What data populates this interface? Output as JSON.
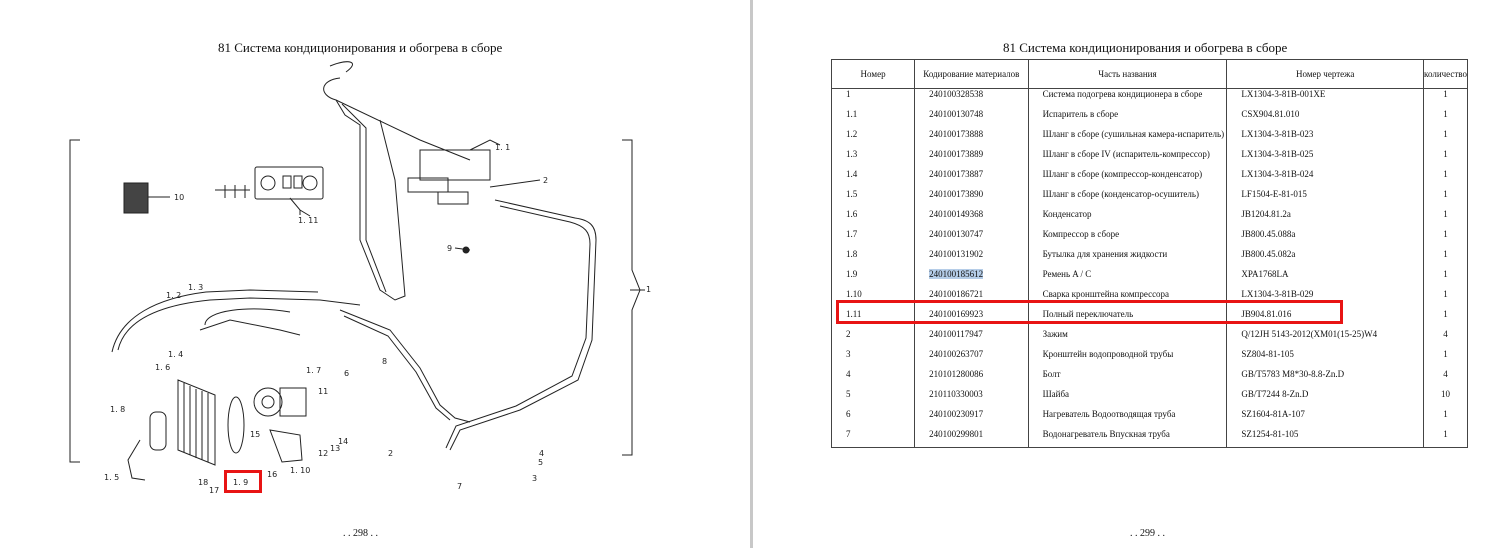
{
  "left_page": {
    "title": "81 Система кондиционирования и обогрева в сборе",
    "page_number": ". . 298 . .",
    "callouts": [
      "1. 1",
      "2",
      "9",
      "10",
      "1. 11",
      "1. 3",
      "1. 2",
      "1. 4",
      "1. 6",
      "1. 7",
      "1. 8",
      "1. 5",
      "11",
      "12",
      "13",
      "14",
      "15",
      "16",
      "17",
      "18",
      "1. 10",
      "1. 9",
      "8",
      "6",
      "2",
      "3",
      "4",
      "5",
      "7",
      "1"
    ],
    "highlight_color": "#e81414"
  },
  "right_page": {
    "title": "81 Система кондиционирования и обогрева в сборе",
    "page_number": ". . 299 . .",
    "highlight_color": "#e81414",
    "selection_color": "#b5cde8",
    "table": {
      "headers": [
        "Номер",
        "Кодирование материалов",
        "Часть названия",
        "Номер чертежа",
        "количество"
      ],
      "rows": [
        {
          "num": "1",
          "code": "240100328538",
          "name": "Система подогрева кондиционера в сборе",
          "drawing": "LX1304-3-81B-001XE",
          "qty": "1"
        },
        {
          "num": "1.1",
          "code": "240100130748",
          "name": "Испаритель в сборе",
          "drawing": "CSX904.81.010",
          "qty": "1"
        },
        {
          "num": "1.2",
          "code": "240100173888",
          "name": "Шланг в сборе  (сушильная камера-испаритель)",
          "drawing": "LX1304-3-81B-023",
          "qty": "1"
        },
        {
          "num": "1.3",
          "code": "240100173889",
          "name": "Шланг в сборе IV (испаритель-компрессор)",
          "drawing": "LX1304-3-81B-025",
          "qty": "1"
        },
        {
          "num": "1.4",
          "code": "240100173887",
          "name": "Шланг в сборе  (компрессор-конденсатор)",
          "drawing": "LX1304-3-81B-024",
          "qty": "1"
        },
        {
          "num": "1.5",
          "code": "240100173890",
          "name": "Шланг в сборе  (конденсатор-осушитель)",
          "drawing": "LF1504-E-81-015",
          "qty": "1"
        },
        {
          "num": "1.6",
          "code": "240100149368",
          "name": "Конденсатор",
          "drawing": "JB1204.81.2a",
          "qty": "1"
        },
        {
          "num": "1.7",
          "code": "240100130747",
          "name": "Компрессор в сборе",
          "drawing": "JB800.45.088a",
          "qty": "1"
        },
        {
          "num": "1.8",
          "code": "240100131902",
          "name": "Бутылка для хранения жидкости",
          "drawing": "JB800.45.082a",
          "qty": "1"
        },
        {
          "num": "1.9",
          "code": "240100185612",
          "name": "Ремень A / C",
          "drawing": "XPA1768LA",
          "qty": "1"
        },
        {
          "num": "1.10",
          "code": "240100186721",
          "name": "Сварка кронштейна компрессора",
          "drawing": "LX1304-3-81B-029",
          "qty": "1"
        },
        {
          "num": "1.11",
          "code": "240100169923",
          "name": "Полный переключатель",
          "drawing": "JB904.81.016",
          "qty": "1"
        },
        {
          "num": "2",
          "code": "240100117947",
          "name": "Зажим",
          "drawing": "Q/12JH 5143-2012(XM01(15-25)W4",
          "qty": "4"
        },
        {
          "num": "3",
          "code": "240100263707",
          "name": "Кронштейн водопроводной трубы",
          "drawing": "SZ804-81-105",
          "qty": "1"
        },
        {
          "num": "4",
          "code": "210101280086",
          "name": "Болт",
          "drawing": "GB/T5783 M8*30-8.8-Zn.D",
          "qty": "4"
        },
        {
          "num": "5",
          "code": "210110330003",
          "name": "Шайба",
          "drawing": "GB/T7244 8-Zn.D",
          "qty": "10"
        },
        {
          "num": "6",
          "code": "240100230917",
          "name": "Нагреватель Водоотводящая труба",
          "drawing": "SZ1604-81A-107",
          "qty": "1"
        },
        {
          "num": "7",
          "code": "240100299801",
          "name": "Водонагреватель Впускная труба",
          "drawing": "SZ1254-81-105",
          "qty": "1"
        }
      ]
    }
  }
}
